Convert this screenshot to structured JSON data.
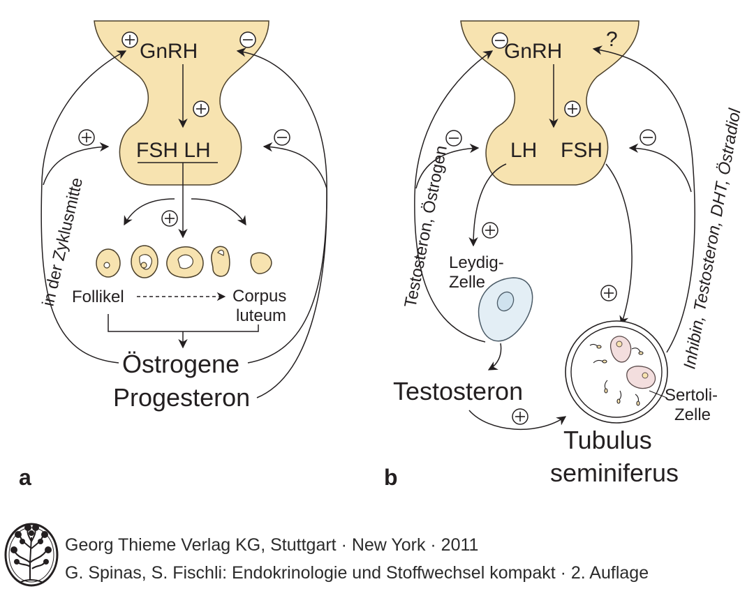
{
  "panel_a": {
    "label": "a",
    "gnrh": "GnRH",
    "pituitary": "FSH LH",
    "follicle": "Follikel",
    "corpus_luteum_1": "Corpus",
    "corpus_luteum_2": "luteum",
    "estrogens": "Östrogene",
    "progesterone": "Progesteron",
    "side_label": "in der Zyklusmitte"
  },
  "panel_b": {
    "label": "b",
    "gnrh": "GnRH",
    "question": "?",
    "lh": "LH",
    "fsh": "FSH",
    "leydig_1": "Leydig-",
    "leydig_2": "Zelle",
    "testosterone": "Testosteron",
    "sertoli_1": "Sertoli-",
    "sertoli_2": "Zelle",
    "tubulus_1": "Tubulus",
    "tubulus_2": "seminiferus",
    "left_label": "Testosteron, Östrogen",
    "right_label": "Inhibin, Testosteron, DHT, Östradiol"
  },
  "credit": {
    "line1": "Georg Thieme Verlag KG, Stuttgart · New York · 2011",
    "line2": "G. Spinas, S. Fischli: Endokrinologie und Stoffwechsel kompakt · 2. Auflage"
  },
  "colors": {
    "gland": "#f7e3b0",
    "leydig_cell": "#e3eef5",
    "sertoli_cell": "#f3dede"
  }
}
